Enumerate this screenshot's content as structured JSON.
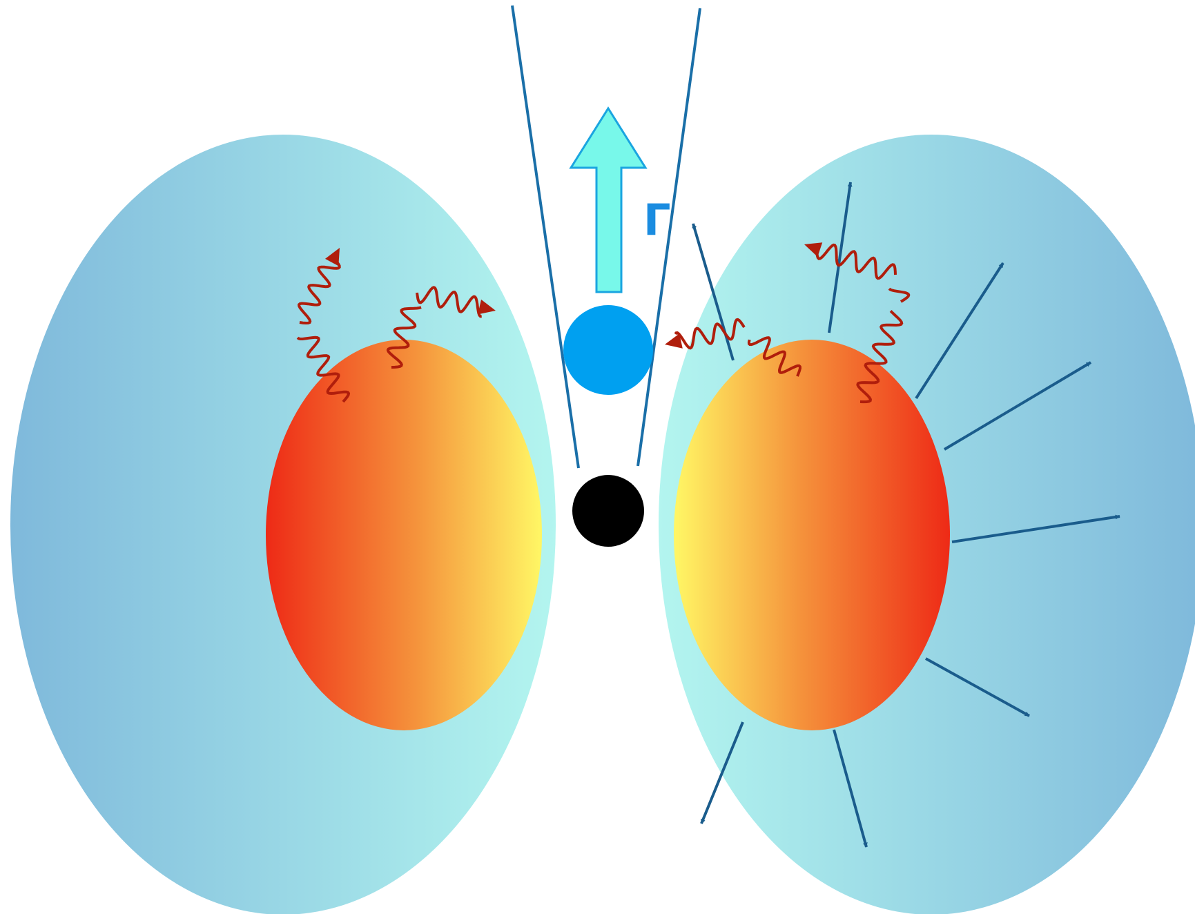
{
  "labels": {
    "lorentz_factor": "Γ"
  },
  "colors": {
    "outer_envelope_edge": "#7fb9db",
    "outer_envelope_inner": "#b3f5ef",
    "hot_core_red": "#ee2a16",
    "hot_core_yellow": "#fff765",
    "jet_line": "#1a6fa8",
    "velocity_arrow": "#1a5c8c",
    "outflow_blob": "#00a0f0",
    "central_object": "#000000",
    "photon": "#b01e0c",
    "gamma_arrow_fill": "#78f8ea",
    "gamma_arrow_stroke": "#1aa5e0",
    "gamma_label": "#1a8ce0"
  },
  "icons": {
    "central_object": "black-circle",
    "outflow_blob": "blue-circle",
    "photon": "wavy-arrow",
    "velocity": "straight-arrow"
  }
}
